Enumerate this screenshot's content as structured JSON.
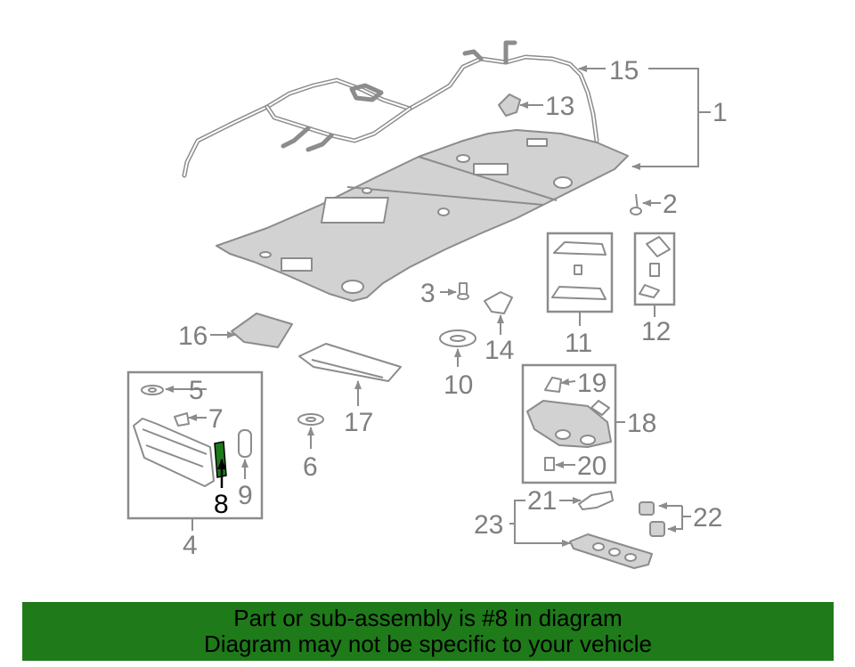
{
  "diagram": {
    "highlight_part": "8",
    "highlight_color": "#1f7a1a",
    "part_numbers": [
      "1",
      "2",
      "3",
      "4",
      "5",
      "6",
      "7",
      "8",
      "9",
      "10",
      "11",
      "12",
      "13",
      "14",
      "15",
      "16",
      "17",
      "18",
      "19",
      "20",
      "21",
      "22",
      "23"
    ]
  },
  "banner": {
    "line1": "Part or sub-assembly is #8 in diagram",
    "line2": "Diagram may not be specific to your vehicle",
    "background": "#1f7a1a"
  }
}
